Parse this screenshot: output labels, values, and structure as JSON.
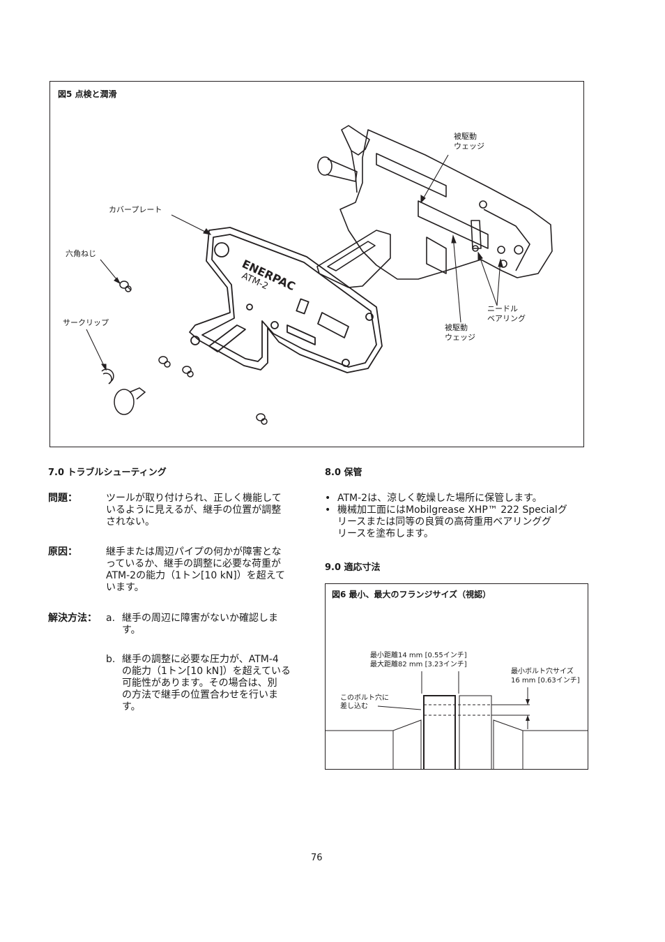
{
  "figure5": {
    "title": "図5 点検と潤滑",
    "callouts": {
      "driven_wedge_top": [
        "被駆動",
        "ウェッジ"
      ],
      "cover_plate": "カバープレート",
      "hex_screw": "六角ねじ",
      "circlip": "サークリップ",
      "needle_bearing": [
        "ニードル",
        "ベアリング"
      ],
      "driven_wedge_bottom": [
        "被駆動",
        "ウェッジ"
      ]
    },
    "plate_text": {
      "brand": "ENERPAC",
      "model": "ATM-2"
    }
  },
  "section7": {
    "heading": "7.0 トラブルシューティング",
    "problem_label": "問題：",
    "problem_text": [
      "ツールが取り付けられ、正しく機能して",
      "いるように見えるが、継手の位置が調整",
      "されない。"
    ],
    "cause_label": "原因：",
    "cause_text": [
      "継手または周辺パイプの何かが障害とな",
      "っているか、継手の調整に必要な荷重が",
      "ATM-2の能力（1トン[10 kN]）を超えて",
      "います。"
    ],
    "solution_label": "解決方法：",
    "solution_a_marker": "a.",
    "solution_a": [
      "継手の周辺に障害がないか確認しま",
      "す。"
    ],
    "solution_b_marker": "b.",
    "solution_b": [
      "継手の調整に必要な圧力が、ATM-4",
      "の能力（1トン[10 kN]）を超えている",
      "可能性があります。その場合は、別",
      "の方法で継手の位置合わせを行いま",
      "す。"
    ]
  },
  "section8": {
    "heading": "8.0 保管",
    "bullets": [
      [
        "ATM-2は、涼しく乾燥した場所に保管します。"
      ],
      [
        "機械加工面にはMobilgrease XHP™ 222 Specialグ",
        "リースまたは同等の良質の高荷重用ベアリンググ",
        "リースを塗布します。"
      ]
    ]
  },
  "section9": {
    "heading": "9.0 適応寸法"
  },
  "figure6": {
    "title": "図6 最小、最大のフランジサイズ（視認）",
    "distance_min": "最小距離14 mm [0.55インチ]",
    "distance_max": "最大距離82 mm [3.23インチ]",
    "bolt_size_label": "最小ボルト穴サイズ",
    "bolt_size_value": "16 mm [0.63インチ]",
    "insert_label": [
      "このボルト穴に",
      "差し込む"
    ]
  },
  "page_number": "76"
}
